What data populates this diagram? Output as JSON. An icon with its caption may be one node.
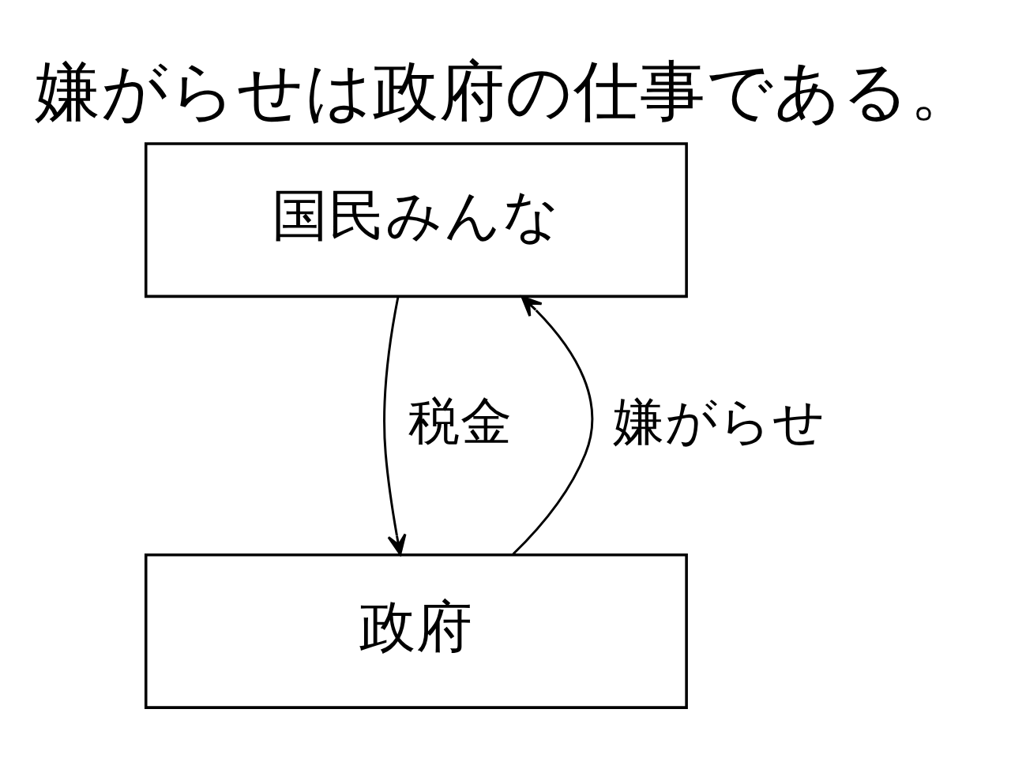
{
  "diagram": {
    "title": "嫌がらせは政府の仕事である。",
    "nodes": [
      {
        "text": [
          "国民みんな"
        ]
      },
      {
        "text": [
          "政府"
        ]
      }
    ],
    "edges": [
      {
        "from": 0,
        "to": 1,
        "arrow": "to",
        "label": "税金"
      },
      {
        "from": 1,
        "to": 0,
        "arrow": "to",
        "label": "嫌がらせ"
      }
    ]
  }
}
